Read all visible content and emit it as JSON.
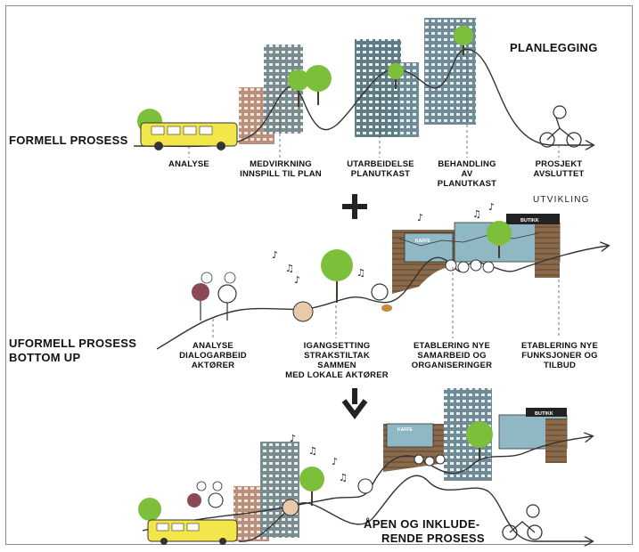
{
  "headings": {
    "formal": "FORMELL PROSESS",
    "planning": "PLANLEGGING",
    "development": "UTVIKLING",
    "informal": [
      "UFORMELL PROSESS",
      "BOTTOM UP"
    ],
    "open": [
      "ÅPEN OG INKLUDE-",
      "RENDE PROSESS"
    ]
  },
  "formal_steps": [
    [
      "ANALYSE"
    ],
    [
      "MEDVIRKNING",
      "INNSPILL TIL PLAN"
    ],
    [
      "UTARBEIDELSE",
      "PLANUTKAST"
    ],
    [
      "BEHANDLING AV",
      "PLANUTKAST"
    ],
    [
      "PROSJEKT",
      "AVSLUTTET"
    ]
  ],
  "informal_steps": [
    [
      "ANALYSE",
      "DIALOGARBEID",
      "AKTØRER"
    ],
    [
      "IGANGSETTING",
      "STRAKSTILTAK SAMMEN",
      "MED LOKALE AKTØRER"
    ],
    [
      "ETABLERING NYE",
      "SAMARBEID OG",
      "ORGANISERINGER"
    ],
    [
      "ETABLERING NYE",
      "FUNKSJONER OG",
      "TILBUD"
    ]
  ],
  "signs": {
    "cafe": "KAFFE",
    "shop": "BUTIKK"
  },
  "symbols": {
    "plus": "+",
    "arrow": "down-arrow-icon"
  },
  "colors": {
    "bus": "#f3e64a",
    "tree": "#7cbf3a",
    "building_brown": "#b8907c",
    "building_gray": "#6f8a93",
    "building_teal": "#6f8c96",
    "wood": "#8a6a4a",
    "line": "#333333"
  }
}
